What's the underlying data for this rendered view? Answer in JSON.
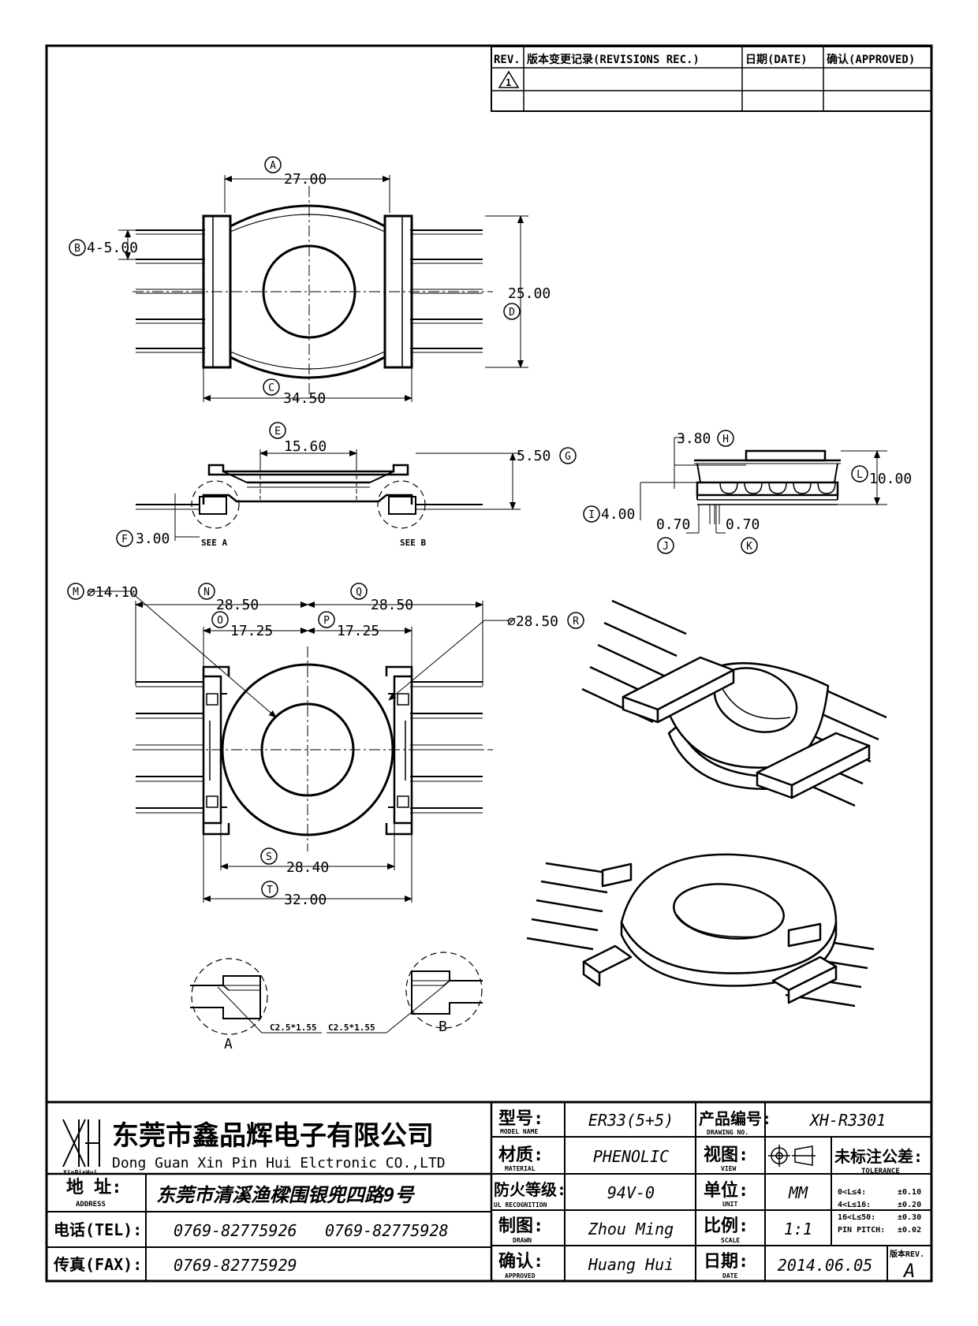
{
  "revision_table": {
    "headers": [
      "REV.",
      "版本变更记录(REVISIONS REC.)",
      "日期(DATE)",
      "确认(APPROVED)"
    ],
    "rev_symbol": "1"
  },
  "dimensions": {
    "A": {
      "letter": "A",
      "value": "27.00"
    },
    "B": {
      "letter": "B",
      "value": "4-5.00"
    },
    "C": {
      "letter": "C",
      "value": "34.50"
    },
    "D": {
      "letter": "D",
      "value": "25.00"
    },
    "E": {
      "letter": "E",
      "value": "15.60"
    },
    "F": {
      "letter": "F",
      "value": "3.00"
    },
    "G": {
      "letter": "G",
      "value": "5.50"
    },
    "H": {
      "letter": "H",
      "value": "3.80"
    },
    "I": {
      "letter": "I",
      "value": "4.00"
    },
    "J": {
      "letter": "J",
      "value": "0.70"
    },
    "K": {
      "letter": "K",
      "value": "0.70"
    },
    "L": {
      "letter": "L",
      "value": "10.00"
    },
    "M": {
      "letter": "M",
      "value": "⌀14.10"
    },
    "N": {
      "letter": "N",
      "value": "28.50"
    },
    "O": {
      "letter": "O",
      "value": "17.25"
    },
    "P": {
      "letter": "P",
      "value": "17.25"
    },
    "Q": {
      "letter": "Q",
      "value": "28.50"
    },
    "R": {
      "letter": "R",
      "value": "⌀28.50"
    },
    "S": {
      "letter": "S",
      "value": "28.40"
    },
    "T": {
      "letter": "T",
      "value": "32.00"
    }
  },
  "callouts": {
    "see_a": "SEE A",
    "see_b": "SEE B",
    "detail_a_label": "A",
    "detail_b_label": "B",
    "detail_a_note": "C2.5*1.55",
    "detail_b_note": "C2.5*1.55"
  },
  "title_block": {
    "company_cn": "东莞市鑫品辉电子有限公司",
    "company_en": "Dong Guan Xin Pin Hui Elctronic CO.,LTD",
    "logo_text": "XinPinHui",
    "address_label": "地 址:",
    "address_label_en": "ADDRESS",
    "address_value": "东莞市清溪渔樑围银兜四路9号",
    "tel_label": "电话(TEL):",
    "tel_1": "0769-82775926",
    "tel_2": "0769-82775928",
    "fax_label": "传真(FAX):",
    "fax_value": "0769-82775929",
    "model_label": "型号:",
    "model_label_en": "MODEL NAME",
    "model_value": "ER33(5+5)",
    "material_label": "材质:",
    "material_label_en": "MATERIAL",
    "material_value": "PHENOLIC",
    "ul_label": "防火等级:",
    "ul_label_en": "UL RECOGNITION",
    "ul_value": "94V-0",
    "drawn_label": "制图:",
    "drawn_label_en": "DRAWN",
    "drawn_value": "Zhou Ming",
    "approved_label": "确认:",
    "approved_label_en": "APPROVED",
    "approved_value": "Huang Hui",
    "drawing_no_label": "产品编号:",
    "drawing_no_label_en": "DRAWING NO.",
    "drawing_no_value": "XH-R3301",
    "view_label": "视图:",
    "view_label_en": "VIEW",
    "unit_label": "单位:",
    "unit_label_en": "UNIT",
    "unit_value": "MM",
    "scale_label": "比例:",
    "scale_label_en": "SCALE",
    "scale_value": "1:1",
    "date_label": "日期:",
    "date_label_en": "DATE",
    "date_value": "2014.06.05",
    "tolerance_label": "未标注公差:",
    "tolerance_label_en": "TOLERANCE",
    "tolerances": [
      {
        "range": "0<L≤4:",
        "value": "±0.10"
      },
      {
        "range": "4<L≤16:",
        "value": "±0.20"
      },
      {
        "range": "16<L≤50:",
        "value": "±0.30"
      },
      {
        "range": "PIN PITCH:",
        "value": "±0.02"
      }
    ],
    "rev_label": "版本REV.",
    "rev_value": "A"
  }
}
